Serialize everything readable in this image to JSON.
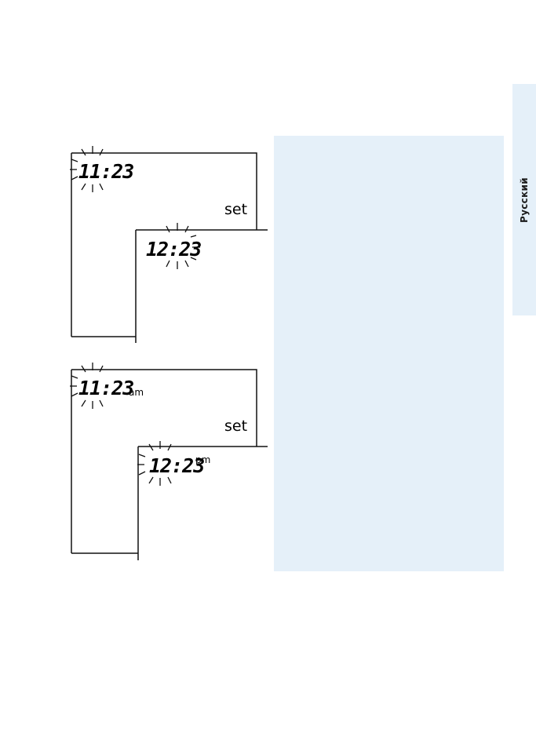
{
  "sidebar_tab": {
    "label": "Русский"
  },
  "figure_1": {
    "time_top": "11:23",
    "set_label": "set",
    "time_bottom": "12:23"
  },
  "figure_2": {
    "time_top": "11:23",
    "suffix_top": "am",
    "set_label": "set",
    "time_bottom": "12:23",
    "suffix_bottom": "pm"
  },
  "colors": {
    "panel_bg": "#e5f0f9",
    "ink": "#111111"
  }
}
